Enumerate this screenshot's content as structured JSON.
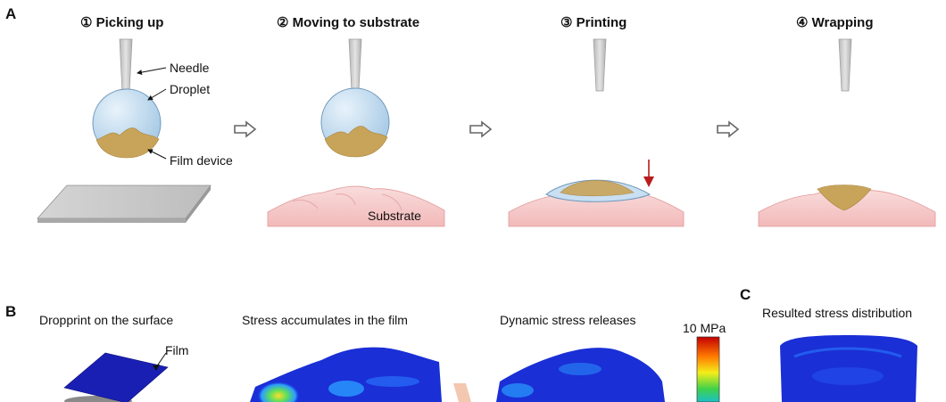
{
  "panel_a": {
    "letter": "A",
    "steps": [
      {
        "title": "① Picking up"
      },
      {
        "title": "② Moving to substrate"
      },
      {
        "title": "③ Printing"
      },
      {
        "title": "④ Wrapping"
      }
    ],
    "labels": {
      "needle": "Needle",
      "droplet": "Droplet",
      "film_device": "Film device",
      "substrate": "Substrate"
    }
  },
  "panel_b": {
    "letter": "B",
    "captions": [
      "Dropprint on the surface",
      "Stress accumulates in the film",
      "Dynamic stress releases"
    ],
    "film_label": "Film",
    "colorbar_max": "10 MPa"
  },
  "panel_c": {
    "letter": "C",
    "caption": "Resulted stress distribution"
  },
  "colors": {
    "droplet": "#c9e0f2",
    "film": "#c8a45a",
    "substrate": "#f6c9c9",
    "needle": "#c9c9c9",
    "arrow_red": "#b81c1c",
    "stress_blue": "#1a2fd6"
  }
}
